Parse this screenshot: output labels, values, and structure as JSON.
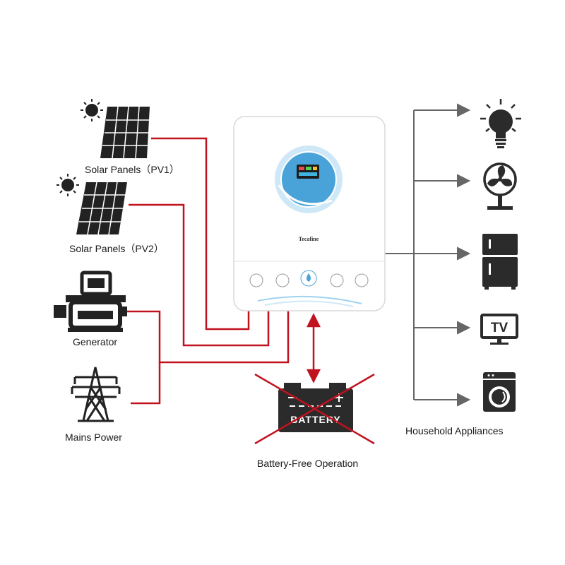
{
  "sources": {
    "pv1_label": "Solar Panels（PV1）",
    "pv2_label": "Solar Panels（PV2）",
    "generator_label": "Generator",
    "mains_label": "Mains Power"
  },
  "inverter": {
    "brand": "Tecafine"
  },
  "battery": {
    "text": "BATTERY",
    "caption": "Battery-Free Operation"
  },
  "appliances": {
    "caption": "Household Appliances",
    "tv_text": "TV",
    "items": [
      "light-bulb-icon",
      "fan-icon",
      "refrigerator-icon",
      "tv-icon",
      "washing-machine-icon"
    ]
  },
  "colors": {
    "wire_red": "#c1121f",
    "arrow_gray": "#666666",
    "icon_dark": "#2b2b2b",
    "inverter_blue": "#4aa3d8"
  }
}
